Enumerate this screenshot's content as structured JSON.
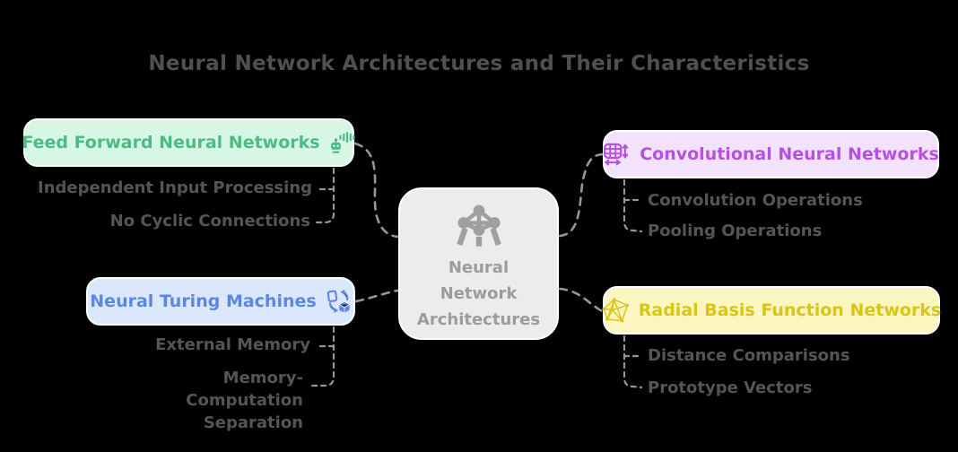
{
  "title": "Neural Network Architectures and Their Characteristics",
  "colors": {
    "background": "#000000",
    "title_text": "#4f5052",
    "subtopic_text": "#545557",
    "connector": "#979797",
    "box_border": "#ffffff",
    "center_bg": "#ececec",
    "center_text": "#9c9c9c",
    "center_icon": "#9f9f9f"
  },
  "center": {
    "icon": "atomium-network-icon",
    "label_lines": [
      "Neural",
      "Network",
      "Architectures"
    ]
  },
  "branches": {
    "feed_forward": {
      "label": "Feed Forward Neural Networks",
      "icon": "robot-voice-icon",
      "bg_color": "#d6f7e6",
      "text_color": "#4dbb84",
      "children": [
        "Independent Input Processing",
        "No Cyclic Connections"
      ]
    },
    "turing": {
      "label": "Neural Turing Machines",
      "icon": "document-to-cube-icon",
      "bg_color": "#dbe8fc",
      "text_color": "#5b87e3",
      "children": [
        "External Memory",
        "Memory-Computation Separation"
      ]
    },
    "cnn": {
      "label": "Convolutional Neural Networks",
      "icon": "grid-resize-icon",
      "bg_color": "#f3e2fb",
      "text_color": "#b750e2",
      "children": [
        "Convolution Operations",
        "Pooling Operations"
      ]
    },
    "rbf": {
      "label": "Radial Basis Function Networks",
      "icon": "wireframe-polyhedron-icon",
      "bg_color": "#fbf5c0",
      "text_color": "#d9c513",
      "children": [
        "Distance Comparisons",
        "Prototype Vectors"
      ]
    }
  }
}
